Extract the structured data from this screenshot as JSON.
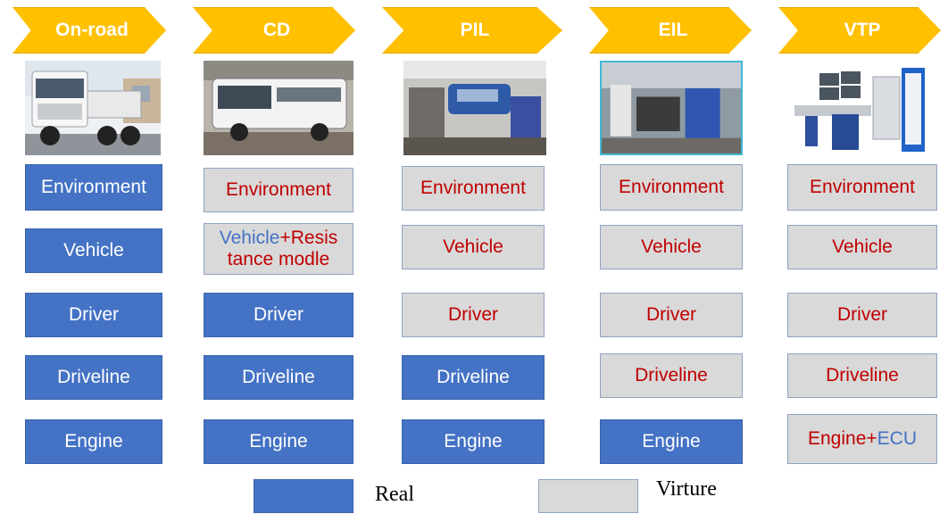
{
  "columns": [
    {
      "title": "On-road",
      "photo": "truck-photo",
      "rows": [
        {
          "label": "Environment",
          "state": "real"
        },
        {
          "label": "Vehicle",
          "state": "real"
        },
        {
          "label": "Driver",
          "state": "real"
        },
        {
          "label": "Driveline",
          "state": "real"
        },
        {
          "label": "Engine",
          "state": "real"
        }
      ]
    },
    {
      "title": "CD",
      "photo": "bus-on-dyno-photo",
      "rows": [
        {
          "label": "Environment",
          "state": "virtual"
        },
        {
          "label_parts": [
            "Vehicle",
            "+",
            "Resis",
            "tance modle"
          ],
          "state": "virtual"
        },
        {
          "label": "Driver",
          "state": "real"
        },
        {
          "label": "Driveline",
          "state": "real"
        },
        {
          "label": "Engine",
          "state": "real"
        }
      ]
    },
    {
      "title": "PIL",
      "photo": "powertrain-lab-photo",
      "rows": [
        {
          "label": "Environment",
          "state": "virtual"
        },
        {
          "label": "Vehicle",
          "state": "virtual"
        },
        {
          "label": "Driver",
          "state": "virtual"
        },
        {
          "label": "Driveline",
          "state": "real"
        },
        {
          "label": "Engine",
          "state": "real"
        }
      ]
    },
    {
      "title": "EIL",
      "photo": "engine-test-cell-photo",
      "rows": [
        {
          "label": "Environment",
          "state": "virtual"
        },
        {
          "label": "Vehicle",
          "state": "virtual"
        },
        {
          "label": "Driver",
          "state": "virtual"
        },
        {
          "label": "Driveline",
          "state": "virtual"
        },
        {
          "label": "Engine",
          "state": "real"
        }
      ]
    },
    {
      "title": "VTP",
      "photo": "simulation-workstation-photo",
      "rows": [
        {
          "label": "Environment",
          "state": "virtual"
        },
        {
          "label": "Vehicle",
          "state": "virtual"
        },
        {
          "label": "Driver",
          "state": "virtual"
        },
        {
          "label": "Driveline",
          "state": "virtual"
        },
        {
          "label_parts": [
            "Engine",
            "+",
            "ECU"
          ],
          "state": "virtual"
        }
      ]
    }
  ],
  "legend": {
    "real_label": "Real",
    "virtual_label": "Virture"
  },
  "colors": {
    "real": "#4472C4",
    "virtual": "#D9D9D9",
    "virtual_text": "#C00000",
    "chevron": "#FFC000"
  }
}
